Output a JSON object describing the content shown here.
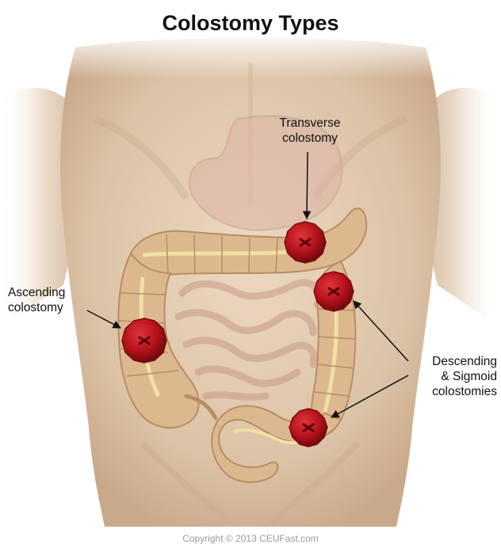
{
  "title": "Colostomy Types",
  "labels": {
    "transverse": [
      "Transverse",
      "colostomy"
    ],
    "ascending": [
      "Ascending",
      "colostomy"
    ],
    "descending": [
      "Descending",
      "& Sigmoid",
      "colostomies"
    ]
  },
  "copyright": "Copyright © 2013 CEUFast.com",
  "colors": {
    "skin": "#e3cdb3",
    "skin_shadow": "#c8a98c",
    "colon": "#dcb88f",
    "colon_dark": "#b88d63",
    "colon_highlight": "#f1dfa4",
    "intestine": "#d8b09b",
    "stomach": "#dcb3a5",
    "stoma": "#b5121b",
    "stoma_dark": "#7a0a10",
    "arrow": "#111111"
  },
  "stomas": [
    "transverse-stoma",
    "ascending-stoma",
    "descending-stoma",
    "sigmoid-stoma"
  ]
}
